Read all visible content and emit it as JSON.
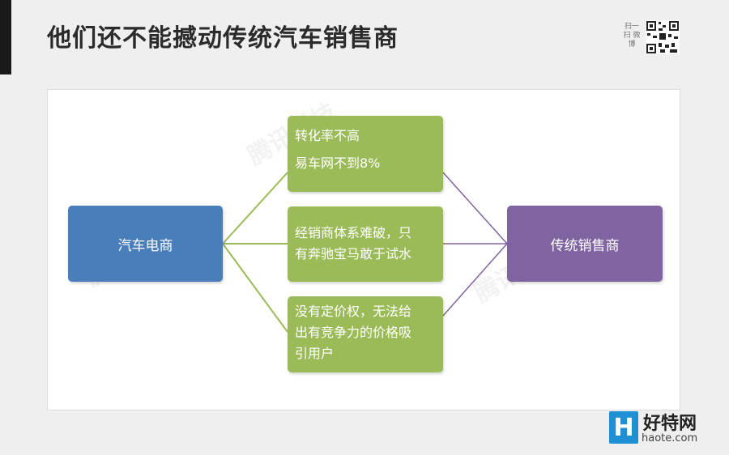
{
  "title": "他们还不能撼动传统汽车销售商",
  "qr_caption": "扫一扫 微博",
  "diagram": {
    "left_node": "汽车电商",
    "right_node": "传统销售商",
    "middle_nodes": [
      {
        "lines": [
          "转化率不高",
          "易车网不到8%"
        ]
      },
      {
        "lines": [
          "经销商体系难破，只",
          "有奔驰宝马敢于试水"
        ]
      },
      {
        "lines": [
          "没有定价权，无法给",
          "出有竞争力的价格吸",
          "引用户"
        ]
      }
    ],
    "colors": {
      "left": "#4a7ebb",
      "right": "#8064a2",
      "middle": "#9bbb59",
      "left_links": "#9bbb59",
      "right_links": "#8064a2"
    }
  },
  "watermark": "腾讯科技",
  "site_logo": {
    "mark": "H",
    "name": "好特网",
    "url": "haote.com"
  }
}
